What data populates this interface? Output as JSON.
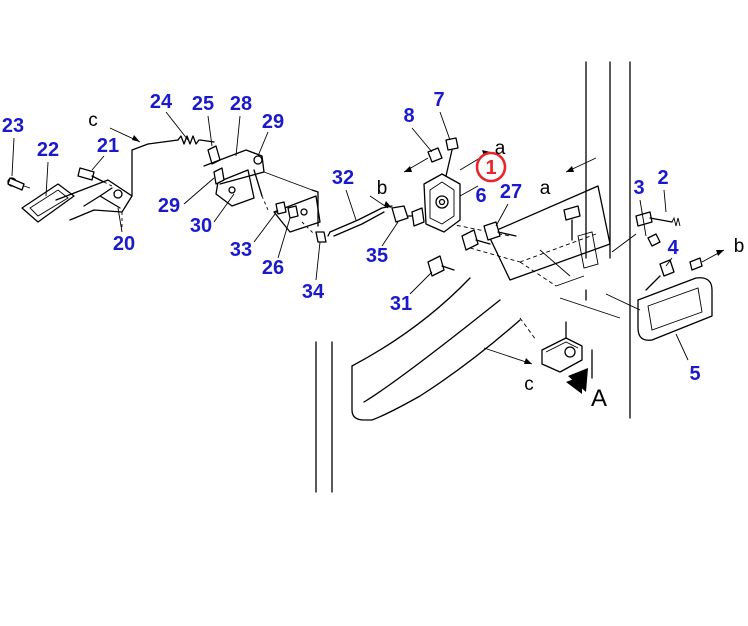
{
  "diagram": {
    "part_numbers": [
      "1",
      "2",
      "3",
      "4",
      "5",
      "6",
      "7",
      "8",
      "20",
      "21",
      "22",
      "23",
      "24",
      "25",
      "26",
      "27",
      "28",
      "29",
      "30",
      "31",
      "32",
      "33",
      "34",
      "35"
    ],
    "connection_letters": [
      "a",
      "b",
      "c"
    ],
    "view_label": "A",
    "colors": {
      "callout": "#1a1acc",
      "highlight": "#e8262a",
      "line": "#000000",
      "background": "#ffffff"
    }
  }
}
